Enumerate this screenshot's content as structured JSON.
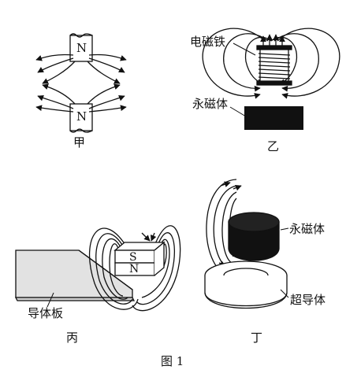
{
  "figure": {
    "caption": "图 1",
    "panels": {
      "jia": {
        "label": "甲",
        "top_pole": "N",
        "bottom_pole": "N"
      },
      "yi": {
        "label": "乙",
        "electromagnet_label": "电磁铁",
        "permanent_magnet_label": "永磁体"
      },
      "bing": {
        "label": "丙",
        "magnet_top_pole": "S",
        "magnet_bottom_pole": "N",
        "conductor_plate_label": "导体板"
      },
      "ding": {
        "label": "丁",
        "permanent_magnet_label": "永磁体",
        "superconductor_label": "超导体"
      }
    }
  }
}
